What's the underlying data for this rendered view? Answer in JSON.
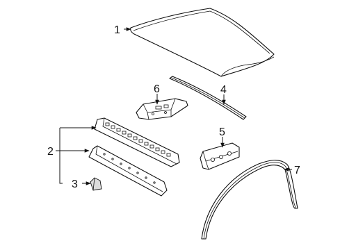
{
  "diagram": {
    "callouts": [
      {
        "id": "c1",
        "label": "1"
      },
      {
        "id": "c2",
        "label": "2"
      },
      {
        "id": "c3",
        "label": "3"
      },
      {
        "id": "c4",
        "label": "4"
      },
      {
        "id": "c5",
        "label": "5"
      },
      {
        "id": "c6",
        "label": "6"
      },
      {
        "id": "c7",
        "label": "7"
      }
    ],
    "colors": {
      "line": "#111111",
      "background": "#ffffff"
    }
  }
}
